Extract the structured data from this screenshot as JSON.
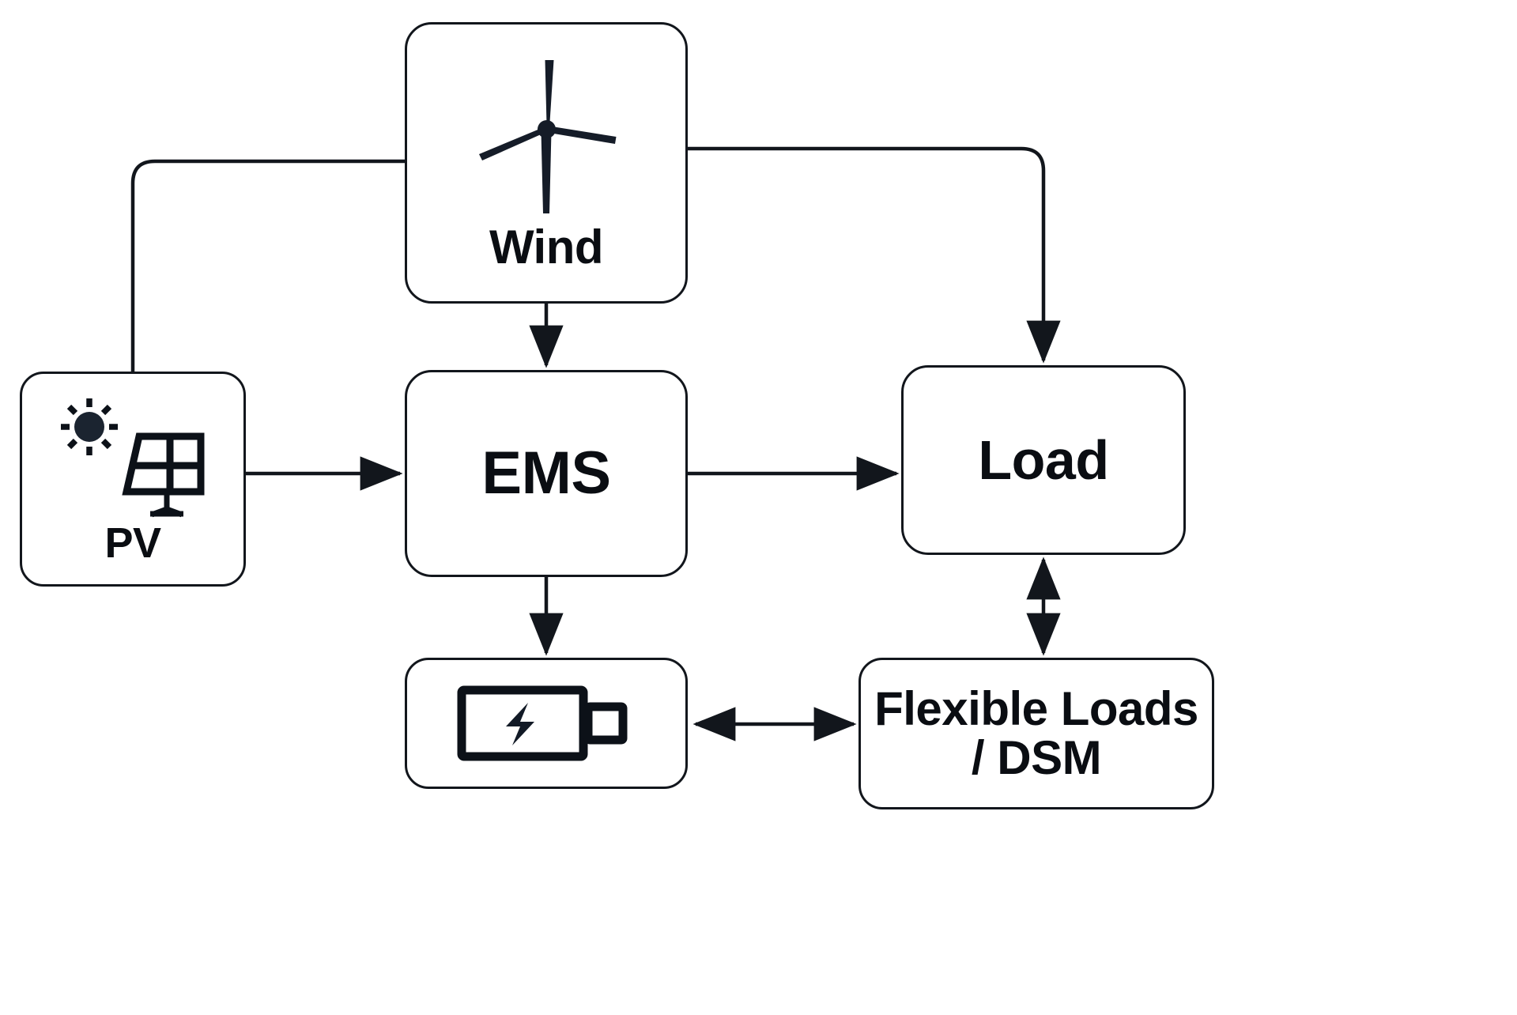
{
  "diagram": {
    "title": "Microgrid energy management system block diagram",
    "background_color": "#ffffff",
    "stroke_color": "#12161c",
    "text_color": "#0a0d12"
  },
  "nodes": {
    "wind": {
      "label": "Wind",
      "icon": "wind-turbine-icon"
    },
    "pv": {
      "label": "PV",
      "icon": "solar-panel-icon"
    },
    "ems": {
      "label": "EMS",
      "icon": "none"
    },
    "load": {
      "label": "Load",
      "icon": "none"
    },
    "battery": {
      "label": "",
      "icon": "battery-charging-icon"
    },
    "flexible_loads": {
      "label": "Flexible Loads\n/ DSM",
      "icon": "none"
    }
  },
  "edges": [
    {
      "id": "wind-to-pv",
      "from": "wind",
      "to": "pv",
      "arrow": "none",
      "route": "orthogonal-left"
    },
    {
      "id": "wind-to-ems",
      "from": "wind",
      "to": "ems",
      "arrow": "end",
      "route": "vertical"
    },
    {
      "id": "wind-to-load",
      "from": "wind",
      "to": "load",
      "arrow": "end",
      "route": "orthogonal-right"
    },
    {
      "id": "pv-to-ems",
      "from": "pv",
      "to": "ems",
      "arrow": "end",
      "route": "horizontal"
    },
    {
      "id": "ems-to-load",
      "from": "ems",
      "to": "load",
      "arrow": "end",
      "route": "horizontal"
    },
    {
      "id": "ems-to-battery",
      "from": "ems",
      "to": "battery",
      "arrow": "end",
      "route": "vertical"
    },
    {
      "id": "battery-to-flexible",
      "from": "battery",
      "to": "flexible_loads",
      "arrow": "both",
      "route": "horizontal"
    },
    {
      "id": "load-to-flexible",
      "from": "load",
      "to": "flexible_loads",
      "arrow": "both",
      "route": "vertical"
    }
  ]
}
